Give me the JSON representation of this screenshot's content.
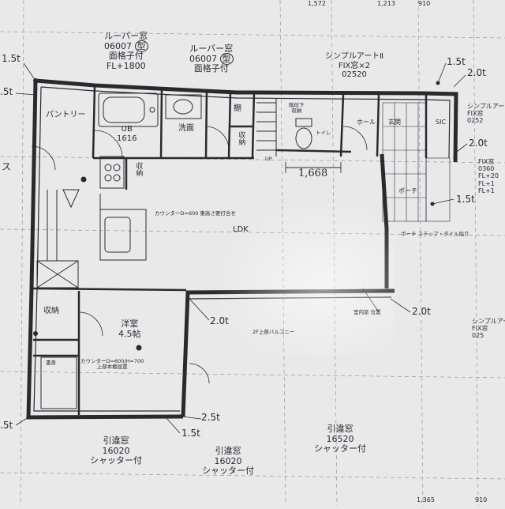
{
  "labels": {
    "dim_top_1": "1,572",
    "dim_top_2": "1,213",
    "dim_top_3": "910",
    "louver_1_name": "ルーバー窓",
    "louver_1_code": "06007",
    "louver_1_mark": "型",
    "louver_1_note1": "面格子付",
    "louver_1_note2": "FL+1800",
    "louver_2_name": "ルーバー窓",
    "louver_2_code": "06007",
    "louver_2_mark": "型",
    "louver_2_note1": "面格子付",
    "simple_art_name": "シンプルアートⅡ",
    "simple_art_spec": "FIX窓×2",
    "simple_art_code": "02520",
    "thk_tl_1": "1.5t",
    "thk_tl_2": ".5t",
    "thk_tr_1": "1.5t",
    "thk_tr_2": "2.0t",
    "thk_tr_3": "2.0t",
    "thk_porch": "1.5t",
    "thk_balcony": "2.0t",
    "thk_right": "2.0t",
    "thk_bottom_1": "2.5t",
    "thk_bottom_2": "1.5t",
    "thk_bl": ".5t",
    "room_pantry": "パントリー",
    "room_ub": "UB",
    "room_ub_size": "1616",
    "room_senmen": "洗面",
    "room_tana": "棚",
    "room_shuno1": "収納",
    "room_shuno2": "収納",
    "room_shuno3": "収納",
    "room_stairs_storage_1": "階段下",
    "room_stairs_storage_2": "収納",
    "room_toilet": "トイレ",
    "room_hall": "ホール",
    "room_genkan": "玄関",
    "room_sic": "SIC",
    "room_porch": "ポーチ",
    "room_ldk": "LDK",
    "room_yoshitsu": "洋室",
    "room_yoshitsu_size": "4.5帖",
    "room_shosai": "書斎",
    "dim_1668": "1,668",
    "counter_note": "カウンターD=600 東高さ要打合せ",
    "desk_note1": "カウンターD=600/H=700",
    "desk_note2": "上部本棚設置",
    "balcony_note": "2F上部バルコニー",
    "window_note": "室内窓 位置",
    "porch_note": "ポーチ ステップ・タイル貼り",
    "up_mark": "UP",
    "right_1": "シンプルアー",
    "right_2": "FIX窓",
    "right_3": "0252",
    "right_4": "FIX窓",
    "right_5": "0360",
    "right_6": "FL+20",
    "right_7": "FL+1",
    "right_8": "FL+1",
    "right_9": "シンプルアー",
    "right_10": "FIX窓",
    "right_11": "025",
    "left_mark": "ス",
    "sliding_1_name": "引違窓",
    "sliding_1_code": "16020",
    "sliding_1_note": "シャッター付",
    "sliding_2_name": "引違窓",
    "sliding_2_code": "16020",
    "sliding_2_note": "シャッター付",
    "sliding_3_name": "引違窓",
    "sliding_3_code": "16520",
    "sliding_3_note": "シャッター付",
    "dim_bottom_1": "1,365",
    "dim_bottom_2": "910"
  },
  "colors": {
    "paper": "#e9e9ea",
    "ink": "#2a2a2e",
    "grid": "#8c8c96"
  }
}
